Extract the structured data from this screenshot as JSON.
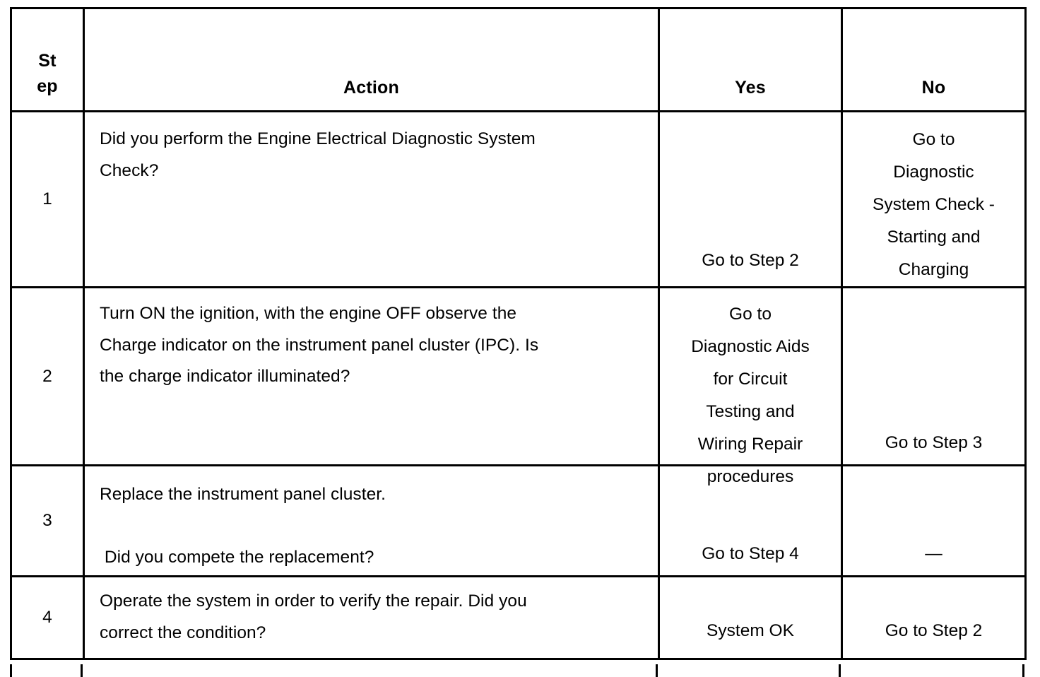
{
  "table": {
    "headers": {
      "step": [
        "St",
        "ep"
      ],
      "action": "Action",
      "yes": "Yes",
      "no": "No"
    },
    "rows": [
      {
        "step": "1",
        "action_lines": [
          "Did you perform the Engine Electrical Diagnostic System",
          "Check?"
        ],
        "yes_lines": [
          "Go to Step 2"
        ],
        "no_lines": [
          "Go to",
          "Diagnostic",
          "System Check -",
          "Starting and",
          "Charging"
        ]
      },
      {
        "step": "2",
        "action_lines": [
          "Turn ON the ignition, with the engine OFF observe the",
          "Charge indicator on the instrument panel cluster (IPC). Is",
          "the charge indicator illuminated?"
        ],
        "yes_lines": [
          "Go to",
          "Diagnostic Aids",
          "for Circuit",
          "Testing and",
          "Wiring Repair",
          "procedures"
        ],
        "no_lines": [
          "Go to Step 3"
        ]
      },
      {
        "step": "3",
        "action_lines": [
          "Replace the instrument panel cluster.",
          "",
          " Did you compete the replacement?"
        ],
        "yes_lines": [
          "Go to Step 4"
        ],
        "no_lines": [
          "—"
        ]
      },
      {
        "step": "4",
        "action_lines": [
          "Operate the system in order to verify the repair. Did you",
          "correct the condition?"
        ],
        "yes_lines": [
          "System OK"
        ],
        "no_lines": [
          "Go to Step 2"
        ]
      }
    ]
  },
  "colors": {
    "border": "#000000",
    "text": "#000000",
    "background": "#ffffff"
  }
}
